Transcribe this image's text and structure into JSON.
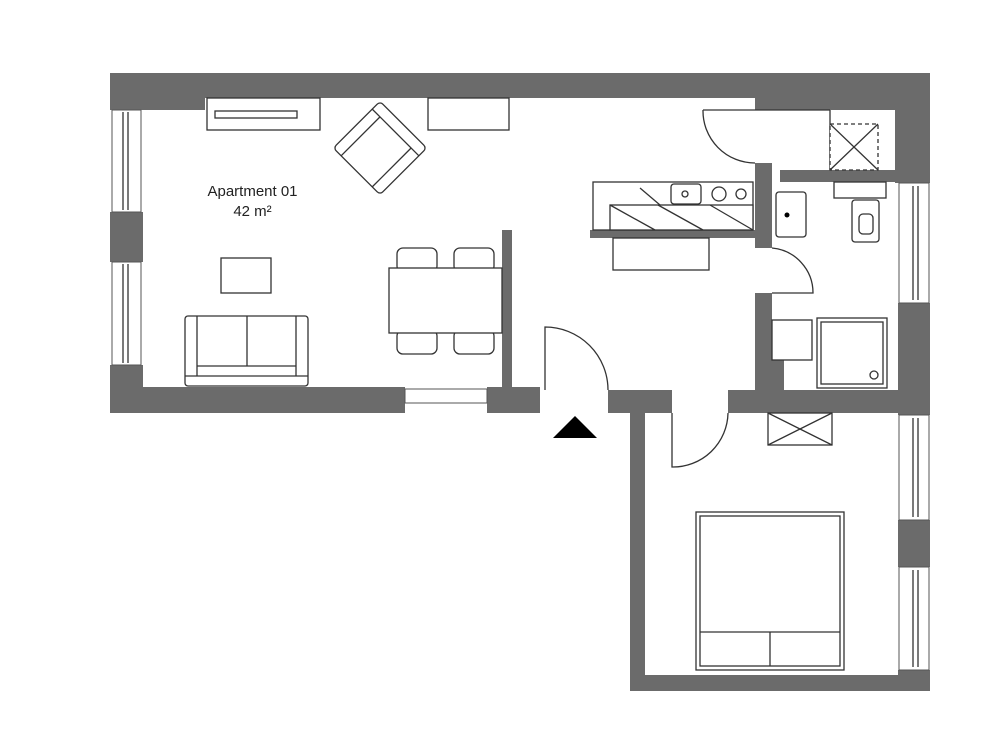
{
  "plan": {
    "title": "Apartment 01",
    "area": "42 m²",
    "wall_color": "#6b6b6b",
    "line_color": "#333333",
    "rooms": [
      "living-dining",
      "kitchen",
      "hall",
      "bathroom",
      "bedroom"
    ],
    "symbols": [
      "entrance-arrow-icon",
      "sofa-icon",
      "armchair-icon",
      "dining-table-icon",
      "bed-icon",
      "toilet-icon",
      "shower-icon",
      "sink-icon",
      "stove-icon"
    ]
  }
}
